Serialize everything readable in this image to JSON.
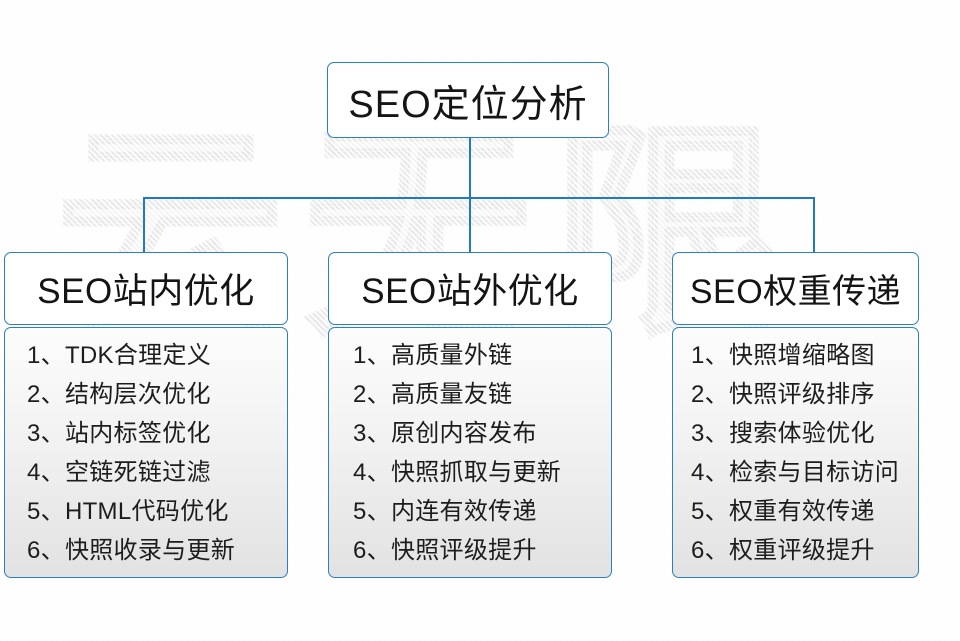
{
  "diagram": {
    "title": "SEO定位分析",
    "watermark": "云无限",
    "accent_color": "#2b7fc3",
    "root": {
      "label": "SEO定位分析"
    },
    "branches": [
      {
        "header": "SEO站内优化",
        "items": [
          "1、TDK合理定义",
          "2、结构层次优化",
          "3、站内标签优化",
          "4、空链死链过滤",
          "5、HTML代码优化",
          "6、快照收录与更新"
        ]
      },
      {
        "header": "SEO站外优化",
        "items": [
          "1、高质量外链",
          "2、高质量友链",
          "3、原创内容发布",
          "4、快照抓取与更新",
          "5、内连有效传递",
          "6、快照评级提升"
        ]
      },
      {
        "header": "SEO权重传递",
        "items": [
          "1、快照增缩略图",
          "2、快照评级排序",
          "3、搜索体验优化",
          "4、检索与目标访问",
          "5、权重有效传递",
          "6、权重评级提升"
        ]
      }
    ]
  }
}
